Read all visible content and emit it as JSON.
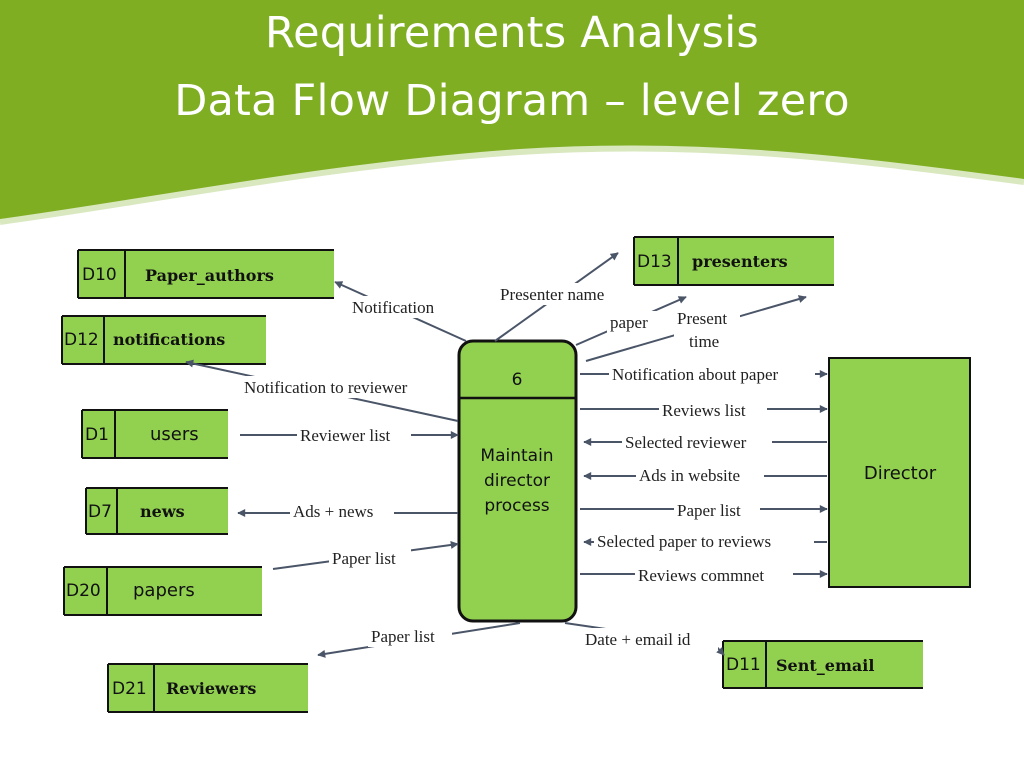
{
  "slide": {
    "title_line1": "Requirements Analysis",
    "title_line2": "Data Flow Diagram – level zero",
    "colors": {
      "header_green": "#7fae23",
      "box_green": "#92d050",
      "line": "#4a5568"
    }
  },
  "process": {
    "number": "6",
    "name_lines": [
      "Maintain",
      "director",
      "process"
    ]
  },
  "entity": {
    "name": "Director"
  },
  "stores": [
    {
      "id": "D10",
      "name": "Paper_authors"
    },
    {
      "id": "D12",
      "name": "notifications"
    },
    {
      "id": "D1",
      "name": "users"
    },
    {
      "id": "D7",
      "name": "news"
    },
    {
      "id": "D20",
      "name": "papers"
    },
    {
      "id": "D21",
      "name": "Reviewers"
    },
    {
      "id": "D13",
      "name": "presenters"
    },
    {
      "id": "D11",
      "name": "Sent_email"
    }
  ],
  "flows": {
    "notification": "Notification",
    "notification_to_reviewer": "Notification to reviewer",
    "reviewer_list": "Reviewer list",
    "ads_news": "Ads + news",
    "paper_list_in": "Paper list",
    "paper_list_out": "Paper list",
    "presenter_name": "Presenter name",
    "paper": "paper",
    "present": "Present",
    "time": "time",
    "notification_about_paper": "Notification about paper",
    "reviews_list": "Reviews list",
    "selected_reviewer": "Selected reviewer",
    "ads_in_website": "Ads in website",
    "paper_list_dir": "Paper list",
    "selected_paper_to_reviews": "Selected paper to reviews",
    "reviews_comment": "Reviews commnet",
    "date_email": "Date + email id"
  }
}
